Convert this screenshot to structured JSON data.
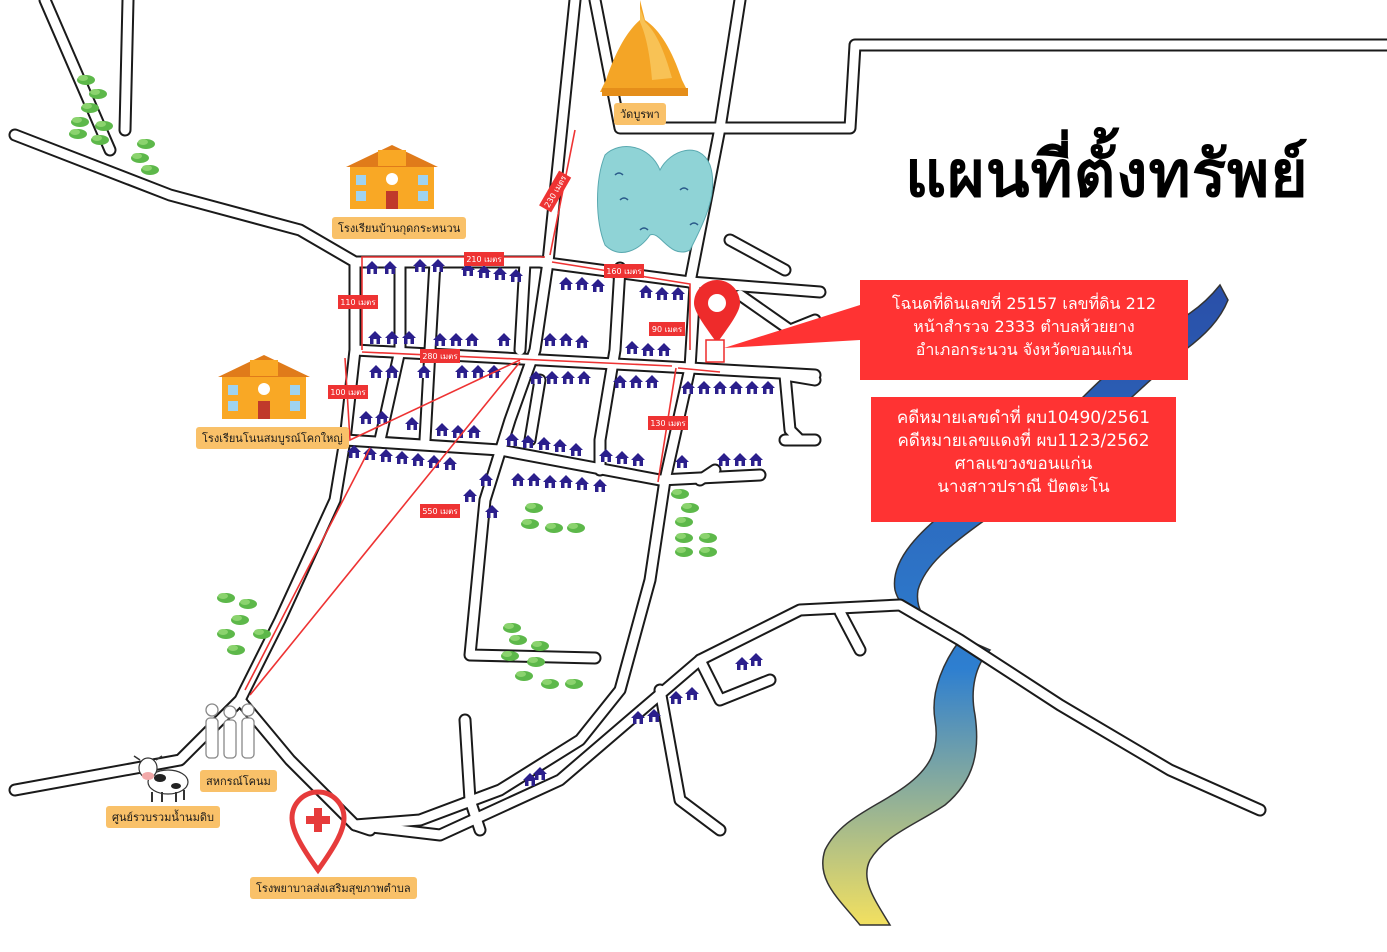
{
  "title": "แผนที่ตั้งทรัพย์",
  "property_info": {
    "line1": "โฉนดที่ดินเลขที่ 25157 เลขที่ดิน 212",
    "line2": "หน้าสำรวจ 2333 ตำบลห้วยยาง",
    "line3": "อำเภอกระนวน จังหวัดขอนแก่น"
  },
  "case_info": {
    "line1": "คดีหมายเลขดำที่  ผบ10490/2561",
    "line2": "คดีหมายเลขแดงที่ ผบ1123/2562",
    "line3": "ศาลแขวงขอนแก่น",
    "line4": "นางสาวปราณี ปัตตะโน"
  },
  "landmarks": {
    "temple": "วัดบูรพา",
    "school1": "โรงเรียนบ้านกุดกระหนวน",
    "school2": "โรงเรียนโนนสมบูรณ์โคกใหญ่",
    "coop": "สหกรณ์โคนม",
    "milk_center": "ศูนย์รวบรวมน้ำนมดิบ",
    "hospital": "โรงพยาบาลส่งเสริมสุขภาพตำบล"
  },
  "distances": {
    "d230": "230 เมตร",
    "d210": "210 เมตร",
    "d160": "160 เมตร",
    "d110": "110 เมตร",
    "d90": "90 เมตร",
    "d280": "280 เมตร",
    "d100": "100 เมตร",
    "d130": "130 เมตร",
    "d550": "550 เมตร"
  },
  "colors": {
    "route": "#ee3333",
    "box": "#ff3333",
    "house": "#2b1f8c",
    "river": "#2a4fa8",
    "pond": "#8fd3d6",
    "label_bg": "#f9c169"
  }
}
